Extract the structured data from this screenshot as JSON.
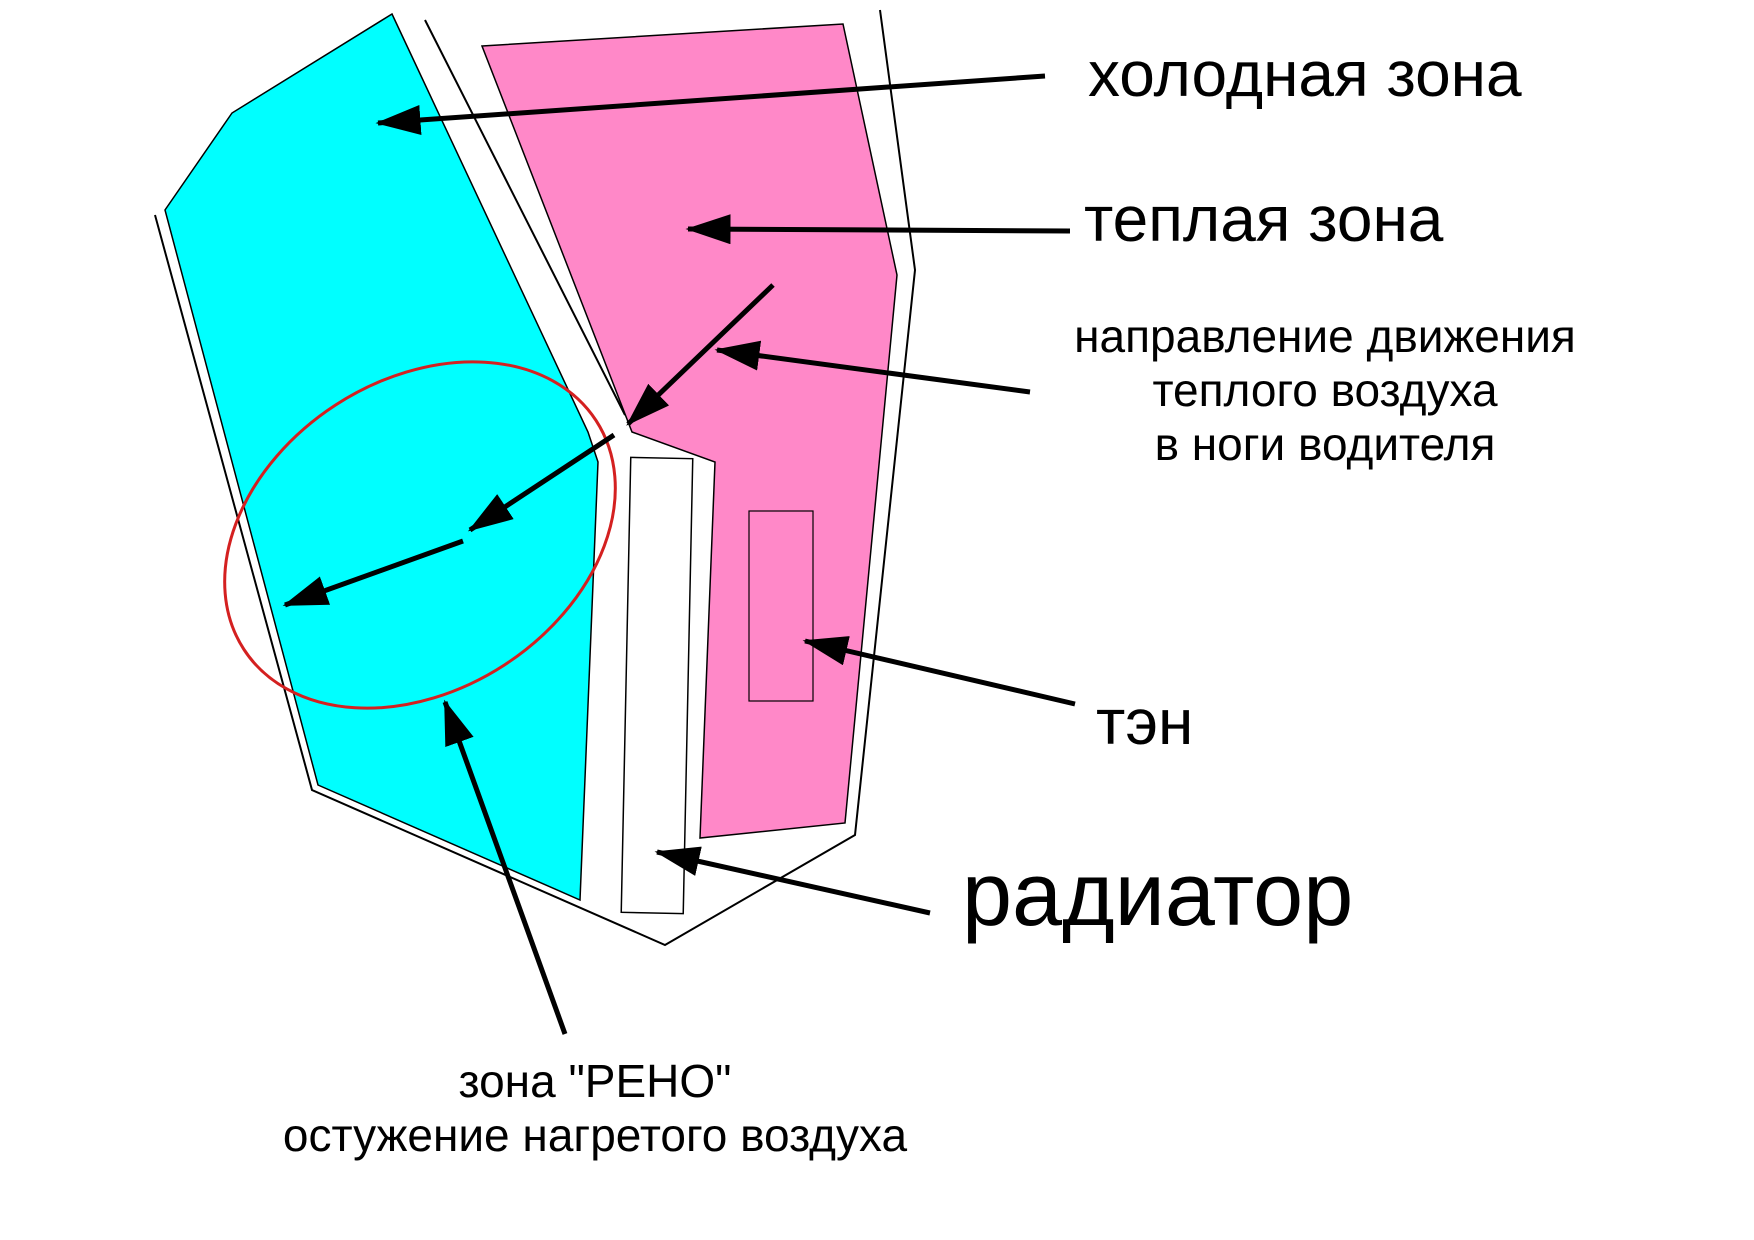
{
  "colors": {
    "cold_zone": "#00ffff",
    "warm_zone": "#ff88c8",
    "reno_ellipse": "#d42020",
    "outline": "#000000",
    "background": "#ffffff"
  },
  "labels": {
    "cold_zone": "холодная зона",
    "warm_zone": "теплая зона",
    "airflow_line1": "направление движения",
    "airflow_line2": "теплого воздуха",
    "airflow_line3": "в ноги водителя",
    "heater_element": "тэн",
    "radiator": "радиатор",
    "reno_line1": "зона  \"РЕНО\"",
    "reno_line2": "остужение нагретого воздуха"
  }
}
